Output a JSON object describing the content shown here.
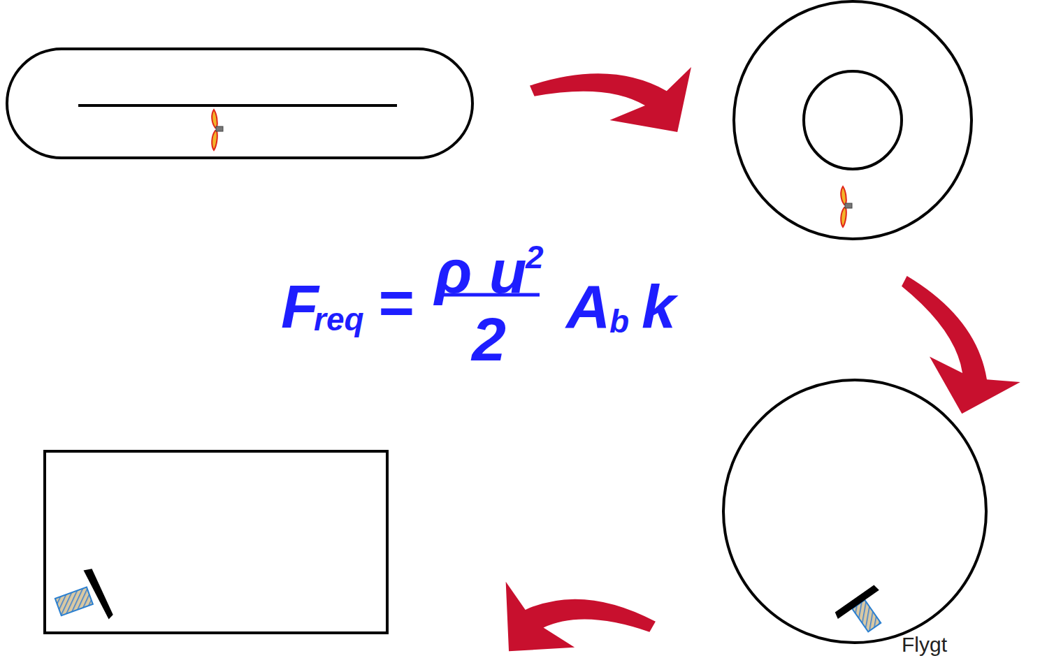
{
  "diagram": {
    "labels": [
      "F",
      "req",
      "=",
      "ρ u",
      "2",
      "2",
      "A",
      "b",
      "k",
      "Flygt"
    ]
  }
}
